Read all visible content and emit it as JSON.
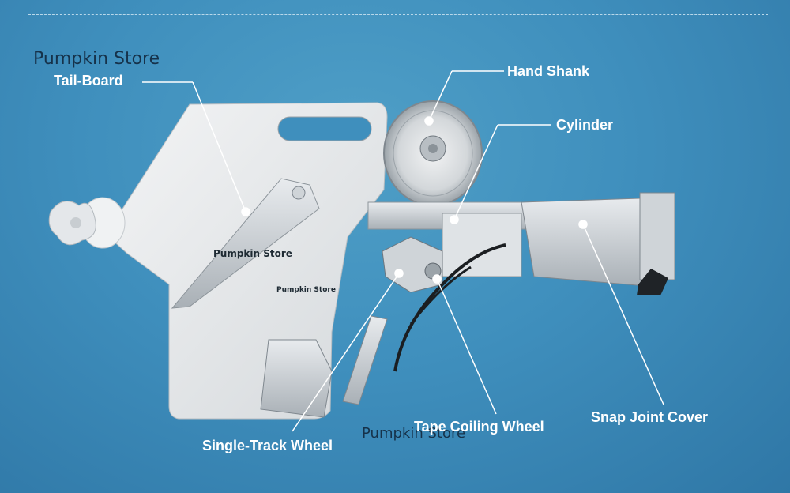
{
  "watermarks": {
    "top_left": "Pumpkin Store",
    "center_left": "Pumpkin Store",
    "center_small": "Pumpkin Store",
    "bottom": "Pumpkin Store"
  },
  "labels": {
    "tail_board": "Tail-Board",
    "hand_shank": "Hand Shank",
    "cylinder": "Cylinder",
    "snap_joint_cover": "Snap Joint Cover",
    "tape_coiling_wheel": "Tape Coiling Wheel",
    "single_track_wheel": "Single-Track Wheel"
  },
  "colors": {
    "background": "#3f8fbd",
    "label_text": "#ffffff",
    "leader_line": "#ffffff",
    "metal_plate": "#e9ecee",
    "watermark_dark": "#16324a"
  }
}
